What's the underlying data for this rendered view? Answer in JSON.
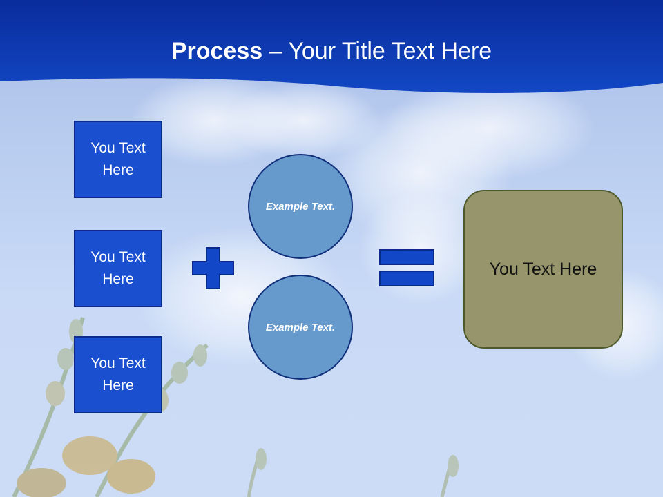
{
  "title": {
    "bold": "Process",
    "rest": " – Your Title Text Here"
  },
  "inputs": [
    {
      "label": "You Text Here"
    },
    {
      "label": "You Text Here"
    },
    {
      "label": "You Text Here"
    }
  ],
  "circles": [
    {
      "label": "Example Text."
    },
    {
      "label": "Example Text."
    }
  ],
  "result": {
    "label": "You Text Here"
  },
  "colors": {
    "header": "#0c36b0",
    "text_box_fill": "#1a4fcf",
    "circle_fill": "#6699cc",
    "result_fill": "#96956b",
    "operator": "#1248c8"
  }
}
